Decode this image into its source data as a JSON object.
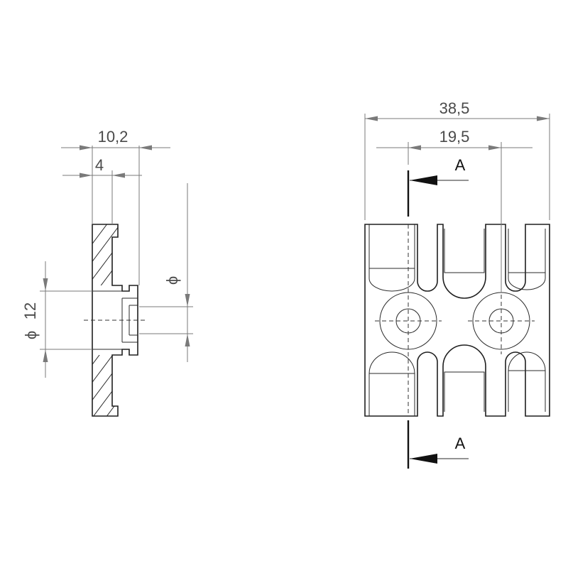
{
  "side_view": {
    "dim_overall_depth": "10,2",
    "dim_flange_thickness": "4",
    "dim_diameter": "12",
    "dim_diameter_symbol": "ϕ",
    "dim_hole_symbol": "ϕ"
  },
  "front_view": {
    "dim_overall_width": "38,5",
    "dim_hole_spacing": "19,5",
    "section_label_top": "A",
    "section_label_bottom": "A"
  }
}
